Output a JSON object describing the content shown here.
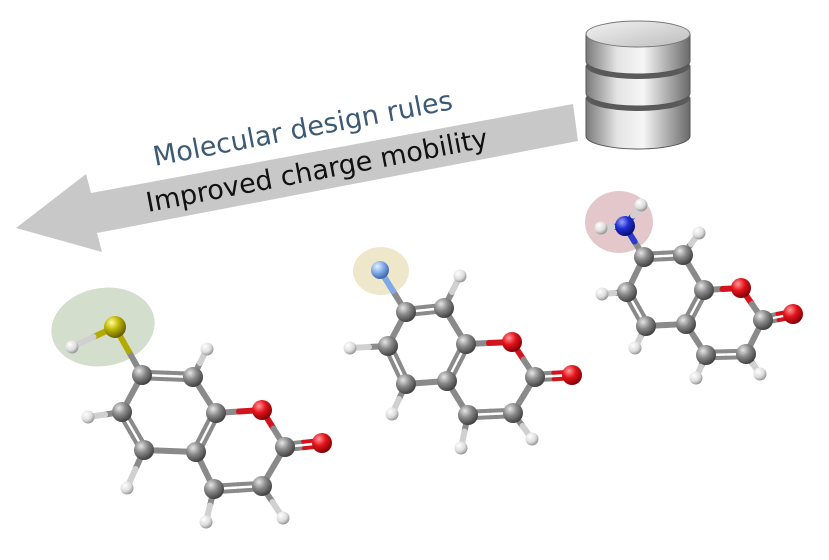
{
  "labels": {
    "design_rules": "Molecular design rules",
    "charge_mobility": "Improved charge mobility"
  },
  "icons": {
    "database": "database-icon",
    "arrow": "arrow-left-icon"
  },
  "molecules": [
    {
      "substituent": "SH",
      "heteroatom_color": "#b8b000",
      "highlight_color": "#c9d4c0"
    },
    {
      "substituent": "F",
      "heteroatom_color": "#7fa8e8",
      "highlight_color": "#eadfb8"
    },
    {
      "substituent": "NH2",
      "heteroatom_color": "#1f2fd0",
      "highlight_color": "#dcb7bd"
    }
  ],
  "colors": {
    "carbon": "#7a7a7a",
    "hydrogen": "#e8e8e8",
    "oxygen": "#e0101a",
    "arrow": "#c8c8c8"
  }
}
